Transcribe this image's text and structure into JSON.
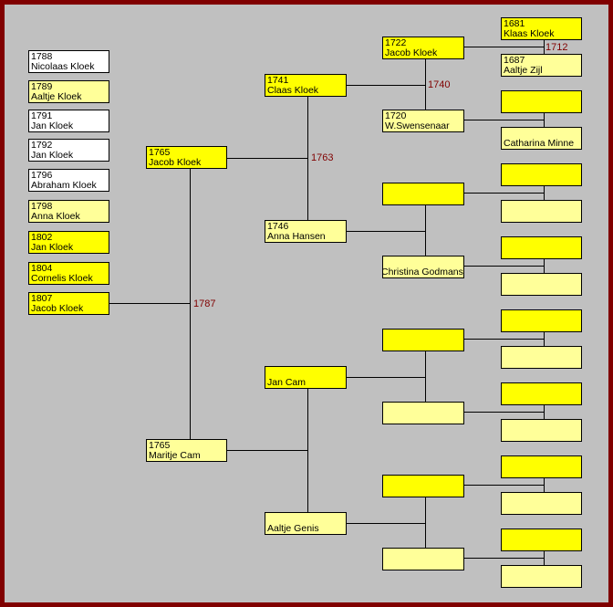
{
  "colors": {
    "frame": "#800000",
    "background": "#c0c0c0",
    "male": "#ffff00",
    "female": "#ffff99",
    "marriage_year": "#800000"
  },
  "children": [
    {
      "year": "1788",
      "name": "Nicolaas Kloek"
    },
    {
      "year": "1789",
      "name": "Aaltje Kloek"
    },
    {
      "year": "1791",
      "name": "Jan Kloek"
    },
    {
      "year": "1792",
      "name": "Jan Kloek"
    },
    {
      "year": "1796",
      "name": "Abraham Kloek"
    },
    {
      "year": "1798",
      "name": "Anna Kloek"
    },
    {
      "year": "1802",
      "name": "Jan Kloek"
    },
    {
      "year": "1804",
      "name": "Cornelis Kloek"
    },
    {
      "year": "1807",
      "name": "Jacob Kloek"
    }
  ],
  "parents": {
    "father": {
      "year": "1765",
      "name": "Jacob Kloek"
    },
    "mother": {
      "year": "1765",
      "name": "Maritje Cam"
    },
    "marriage": "1787"
  },
  "grandparents": {
    "ff": {
      "year": "1741",
      "name": "Claas Kloek"
    },
    "fm": {
      "year": "1746",
      "name": "Anna Hansen"
    },
    "f_marriage": "1763",
    "mf": {
      "year": "",
      "name": "Jan Cam"
    },
    "mm": {
      "year": "",
      "name": "Aaltje Genis"
    }
  },
  "great_grandparents": {
    "fff": {
      "year": "1722",
      "name": "Jacob Kloek"
    },
    "ffm": {
      "year": "1720",
      "name": "W.Swensenaar"
    },
    "ff_marriage": "1740",
    "fmf": {
      "year": "",
      "name": ""
    },
    "fmm": {
      "year": "",
      "name": "Christina Godmanse"
    },
    "mff": {
      "year": "",
      "name": ""
    },
    "mfm": {
      "year": "",
      "name": ""
    },
    "mmf": {
      "year": "",
      "name": ""
    },
    "mmm": {
      "year": "",
      "name": ""
    }
  },
  "gg_grandparents": [
    {
      "year": "1681",
      "name": "Klaas Kloek"
    },
    {
      "year": "1687",
      "name": "Aaltje Zijl"
    },
    {
      "year": "",
      "name": ""
    },
    {
      "year": "",
      "name": "Catharina Minne"
    },
    {
      "year": "",
      "name": ""
    },
    {
      "year": "",
      "name": ""
    },
    {
      "year": "",
      "name": ""
    },
    {
      "year": "",
      "name": ""
    },
    {
      "year": "",
      "name": ""
    },
    {
      "year": "",
      "name": ""
    },
    {
      "year": "",
      "name": ""
    },
    {
      "year": "",
      "name": ""
    },
    {
      "year": "",
      "name": ""
    },
    {
      "year": "",
      "name": ""
    },
    {
      "year": "",
      "name": ""
    },
    {
      "year": "",
      "name": ""
    }
  ],
  "gg_marriage": "1712"
}
